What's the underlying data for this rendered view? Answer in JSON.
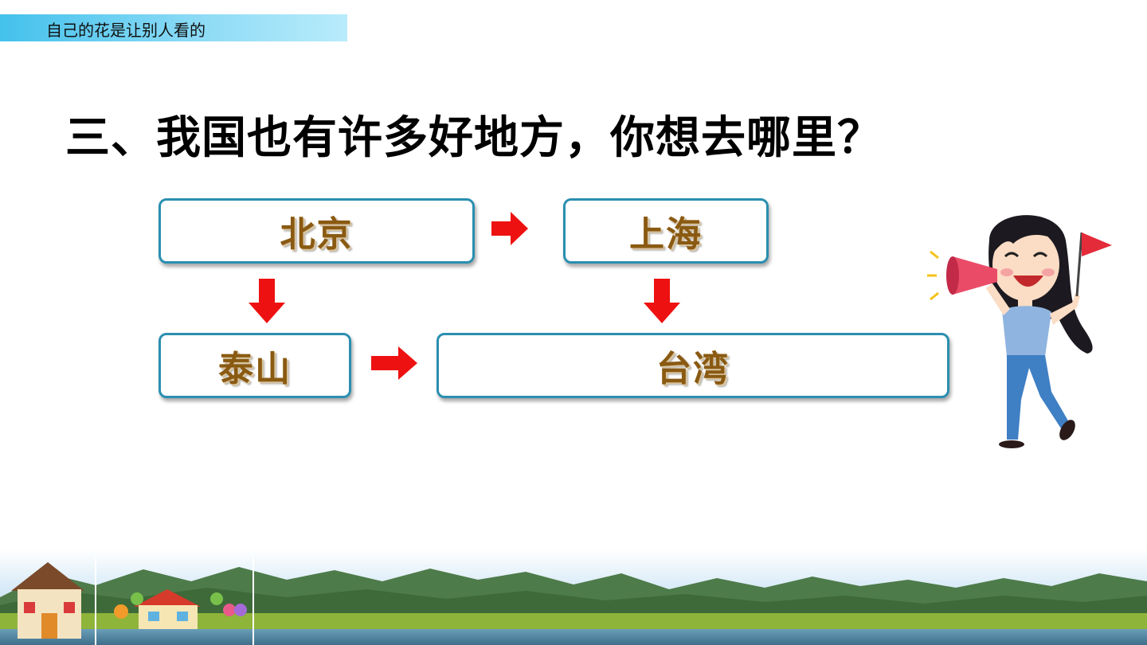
{
  "header": {
    "lesson_title": "自己的花是让别人看的"
  },
  "main": {
    "question": "三、我国也有许多好地方，你想去哪里？"
  },
  "flow": {
    "beijing": "北京",
    "shanghai": "上海",
    "taishan": "泰山",
    "taiwan": "台湾"
  },
  "colors": {
    "box_border": "#2a8fb0",
    "box_text": "#8a5a12",
    "arrow": "#ee1111",
    "banner": "#44c1ec"
  },
  "icons": [
    "arrow-right-icon",
    "arrow-down-icon",
    "megaphone-icon",
    "flag-icon"
  ]
}
